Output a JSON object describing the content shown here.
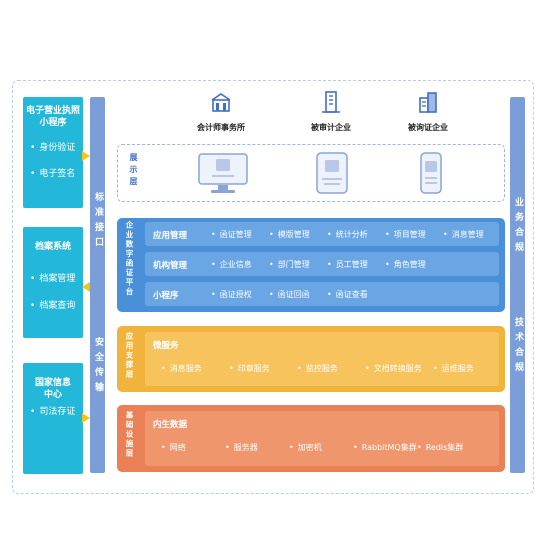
{
  "left_systems": [
    {
      "title": "电子营业执照\n小程序",
      "items": [
        "身份验证",
        "电子签名"
      ]
    },
    {
      "title": "档案系统",
      "items": [
        "档案管理",
        "档案查询"
      ]
    },
    {
      "title": "国家信息\n中心",
      "items": [
        "司法存证"
      ]
    }
  ],
  "left_bar": {
    "label_top": "标准接口",
    "label_bottom": "安全传输"
  },
  "right_bar": {
    "label_top": "业务合规",
    "label_bottom": "技术合规"
  },
  "top_entities": [
    {
      "label": "会计师事务所",
      "icon": "bank-building-icon"
    },
    {
      "label": "被审计企业",
      "icon": "office-tower-icon"
    },
    {
      "label": "被询证企业",
      "icon": "office-buildings-icon"
    }
  ],
  "display_layer": {
    "label": "展示层",
    "devices": [
      "monitor-icon",
      "tablet-icon",
      "phone-icon"
    ]
  },
  "platform_layer": {
    "label": "企业数字函证平台",
    "color": "#4a90d9",
    "rows": [
      {
        "title": "应用管理",
        "items": [
          "函证管理",
          "模版管理",
          "统计分析",
          "项目管理",
          "消息管理"
        ]
      },
      {
        "title": "机构管理",
        "items": [
          "企业信息",
          "部门管理",
          "员工管理",
          "角色管理"
        ]
      },
      {
        "title": "小程序",
        "items": [
          "函证授权",
          "函证回函",
          "函证查看"
        ]
      }
    ]
  },
  "support_layer": {
    "label": "应用支撑层",
    "color": "#f2b33d",
    "title": "微服务",
    "items": [
      "消息服务",
      "印章服务",
      "监控服务",
      "文档转换服务",
      "运维服务"
    ]
  },
  "infra_layer": {
    "label": "基础设施层",
    "color": "#ea8055",
    "title": "内生数据",
    "items": [
      "网络",
      "服务器",
      "加密机",
      "RabbitMQ集群",
      "Redis集群"
    ]
  }
}
